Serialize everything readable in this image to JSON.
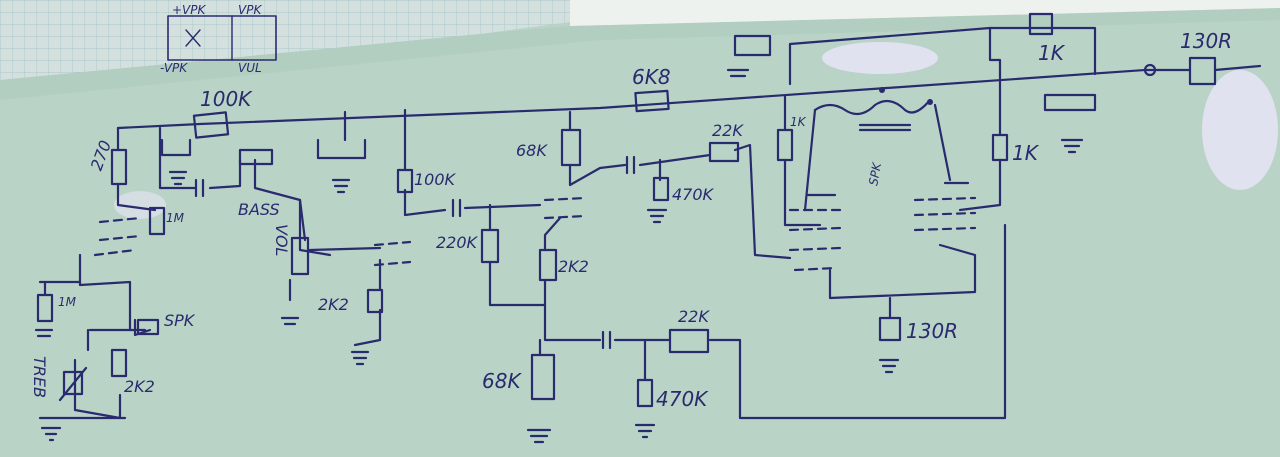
{
  "labels": {
    "sketch_top_left": "+VPK",
    "sketch_top_right": "VPK",
    "sketch_bottom_left": "-VPK",
    "sketch_bottom_right": "VUL",
    "r_270": "270",
    "r_100k_top": "100K",
    "r_1m_a": "1M",
    "bass": "BASS",
    "vol": "VOL",
    "r_100k_mid": "100K",
    "r_1m_b": "1M",
    "r_2k2_a": "2K2",
    "spk_left": "SPK",
    "treb": "TREB",
    "r_2k2_b": "2K2",
    "r_6k8": "6K8",
    "r_68k_top": "68K",
    "r_22k_top": "22K",
    "r_470k_top": "470K",
    "r_220k": "220K",
    "r_2k2_c": "2K2",
    "r_68k_bottom": "68K",
    "r_22k_bottom": "22K",
    "r_470k_bottom": "470K",
    "r_1k_a": "1K",
    "spk_right": "SPK",
    "r_1k_b": "1K",
    "r_1k_top": "1K",
    "r_130r_top": "130R",
    "r_130r_bottom": "130R"
  },
  "colors": {
    "paper": "#b9d4c6",
    "ink": "#2a2a6e",
    "graph_paper": "#d3e0de",
    "graph_lines": "#9fc0c6",
    "white_sheet": "#eef2ee",
    "glare": "#e7e4f6"
  }
}
